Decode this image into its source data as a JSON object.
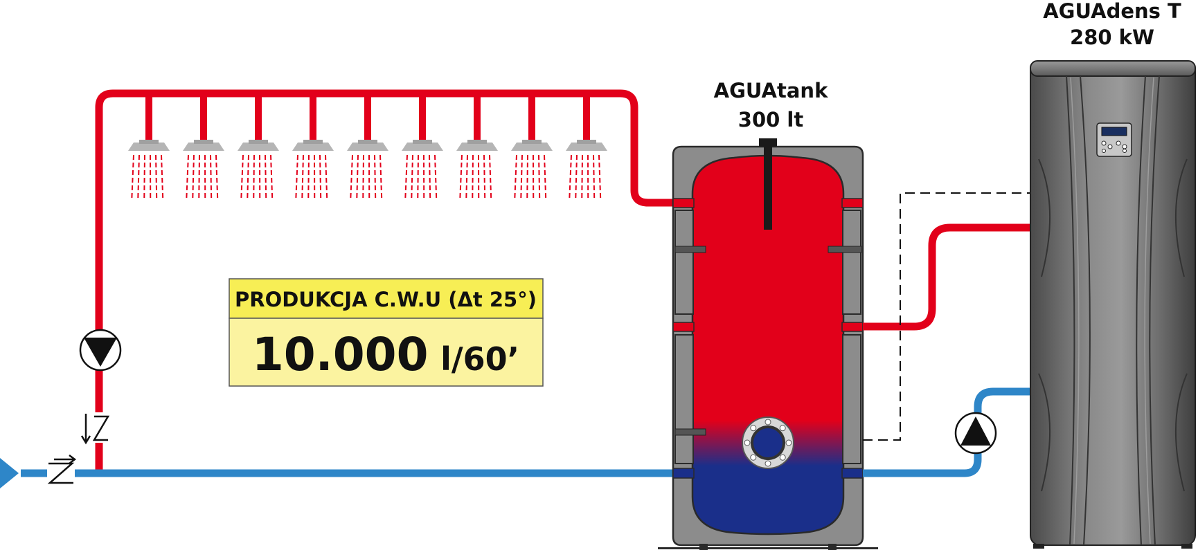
{
  "tank": {
    "name": "AGUAtank",
    "capacity": "300 lt"
  },
  "heater": {
    "name": "AGUAdens T",
    "power": "280 kW"
  },
  "production": {
    "heading": "PRODUKCJA C.W.U (Δt 25°)",
    "value": "10.000",
    "unit": "l/60’"
  },
  "showers": {
    "count": 9
  },
  "colors": {
    "hot": "#e2001a",
    "cold": "#2e86c8",
    "tank_cold": "#1a2f8a",
    "casing": "#8c8c8c",
    "panel_head_bg": "#f7ee55",
    "panel_body_bg": "#fbf3a0",
    "heater_body": "#6b6b6b"
  }
}
